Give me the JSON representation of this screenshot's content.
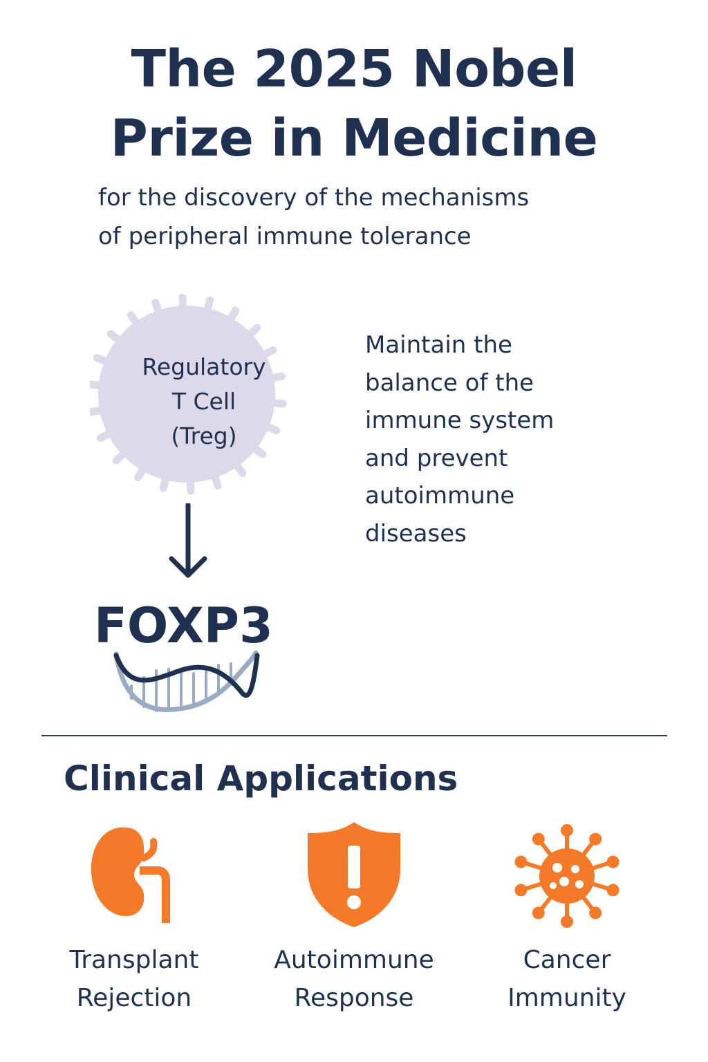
{
  "header": {
    "title_line1": "The 2025 Nobel",
    "title_line2": "Prize in Medicine",
    "subtitle_line1": "for the discovery of the mechanisms",
    "subtitle_line2": "of peripheral immune tolerance"
  },
  "cell": {
    "label_line1": "Regulatory",
    "label_line2": "T Cell",
    "label_line3": "(Treg)",
    "fill_color": "#dcd9ea"
  },
  "gene": {
    "name": "FOXP3"
  },
  "description": {
    "line1": "Maintain the",
    "line2": "balance of the",
    "line3": "immune system",
    "line4": "and prevent",
    "line5": "autoimmune",
    "line6": "diseases"
  },
  "clinical": {
    "heading": "Clinical Applications",
    "accent_color": "#f47a2a",
    "items": [
      {
        "icon": "kidney-icon",
        "line1": "Transplant",
        "line2": "Rejection"
      },
      {
        "icon": "shield-exclamation-icon",
        "line1": "Autoimmune",
        "line2": "Response"
      },
      {
        "icon": "virus-icon",
        "line1": "Cancer",
        "line2": "Immunity"
      }
    ]
  },
  "colors": {
    "text": "#1f3050",
    "dna_rungs": "#9aabc2"
  }
}
